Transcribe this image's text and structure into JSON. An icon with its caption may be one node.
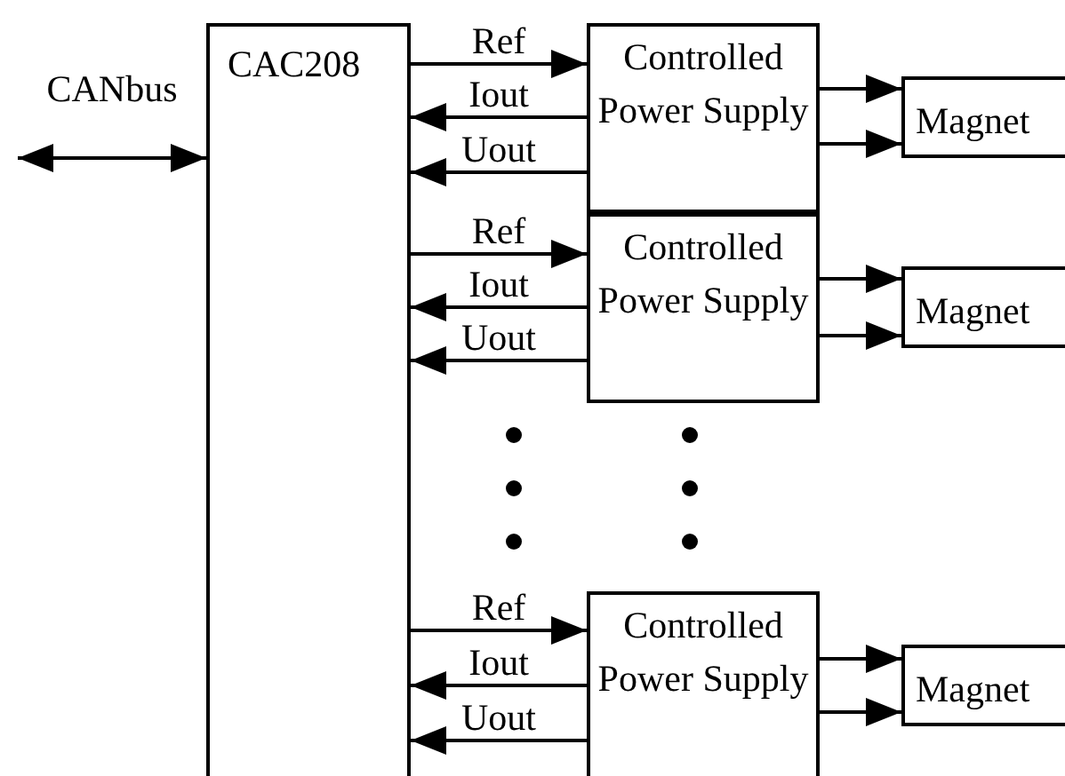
{
  "diagram": {
    "nodes": [
      {
        "text": [
          "CAC208"
        ]
      },
      {
        "text": [
          "Controlled Power Supply"
        ]
      },
      {
        "text": [
          "Magnet"
        ]
      },
      {
        "text": [
          "Controlled Power Supply"
        ]
      },
      {
        "text": [
          "Magnet"
        ]
      },
      {
        "text": [
          "Controlled Power Supply"
        ]
      },
      {
        "text": [
          "Magnet"
        ]
      }
    ],
    "edges": [
      {
        "from": null,
        "to": 0,
        "arrow": "both",
        "label": "CANbus"
      },
      {
        "from": 0,
        "to": 1,
        "arrow": "to",
        "label": "Ref"
      },
      {
        "from": 1,
        "to": 0,
        "arrow": "to",
        "label": "Iout"
      },
      {
        "from": 1,
        "to": 0,
        "arrow": "to",
        "label": "Uout"
      },
      {
        "from": 1,
        "to": 2,
        "arrow": "to"
      },
      {
        "from": 1,
        "to": 2,
        "arrow": "to"
      },
      {
        "from": 0,
        "to": 3,
        "arrow": "to",
        "label": "Ref"
      },
      {
        "from": 3,
        "to": 0,
        "arrow": "to",
        "label": "Iout"
      },
      {
        "from": 3,
        "to": 0,
        "arrow": "to",
        "label": "Uout"
      },
      {
        "from": 3,
        "to": 4,
        "arrow": "to"
      },
      {
        "from": 3,
        "to": 4,
        "arrow": "to"
      },
      {
        "from": 0,
        "to": 5,
        "arrow": "to",
        "label": "Ref"
      },
      {
        "from": 5,
        "to": 0,
        "arrow": "to",
        "label": "Iout"
      },
      {
        "from": 5,
        "to": 0,
        "arrow": "to",
        "label": "Uout"
      },
      {
        "from": 5,
        "to": 6,
        "arrow": "to"
      },
      {
        "from": 5,
        "to": 6,
        "arrow": "to"
      }
    ]
  }
}
